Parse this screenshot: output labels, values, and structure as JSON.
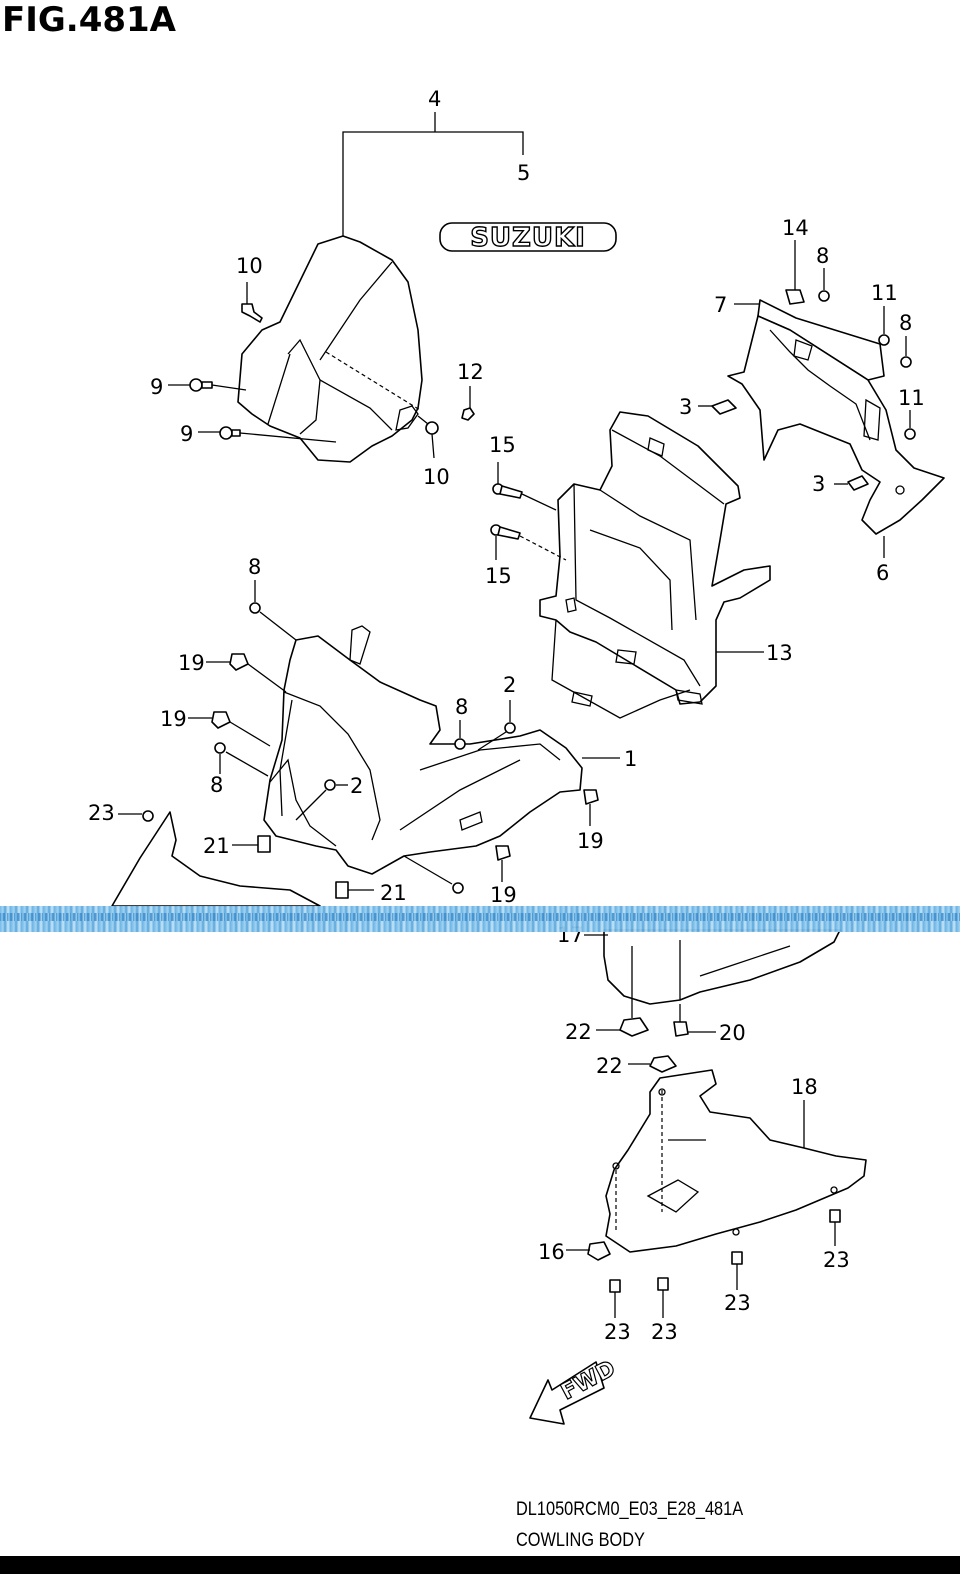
{
  "figure": {
    "title": "FIG.481A",
    "code": "DL1050RCM0_E03_E28_481A",
    "caption": "COWLING BODY"
  },
  "emblem_text": "SUZUKI",
  "fwd_text": "FWD",
  "callouts": {
    "c4": "4",
    "c5": "5",
    "c14": "14",
    "c8a": "8",
    "c10a": "10",
    "c11a": "11",
    "c8b": "8",
    "c7": "7",
    "c9a": "9",
    "c12": "12",
    "c9b": "9",
    "c3a": "3",
    "c11b": "11",
    "c10b": "10",
    "c15a": "15",
    "c3b": "3",
    "c6": "6",
    "c15b": "15",
    "c8c": "8",
    "c13": "13",
    "c19a": "19",
    "c2a": "2",
    "c8d": "8",
    "c19b": "19",
    "c1": "1",
    "c8e": "8",
    "c2b": "2",
    "c23a": "23",
    "c19c": "19",
    "c21a": "21",
    "c21b": "21",
    "c19d": "19",
    "c17": "17",
    "c22a": "22",
    "c20": "20",
    "c22b": "22",
    "c18": "18",
    "c16": "16",
    "c23b": "23",
    "c23c": "23",
    "c23d": "23",
    "c23e": "23"
  },
  "colors": {
    "line": "#000000",
    "background": "#ffffff",
    "scan_artifact": "#6fb6e8"
  }
}
